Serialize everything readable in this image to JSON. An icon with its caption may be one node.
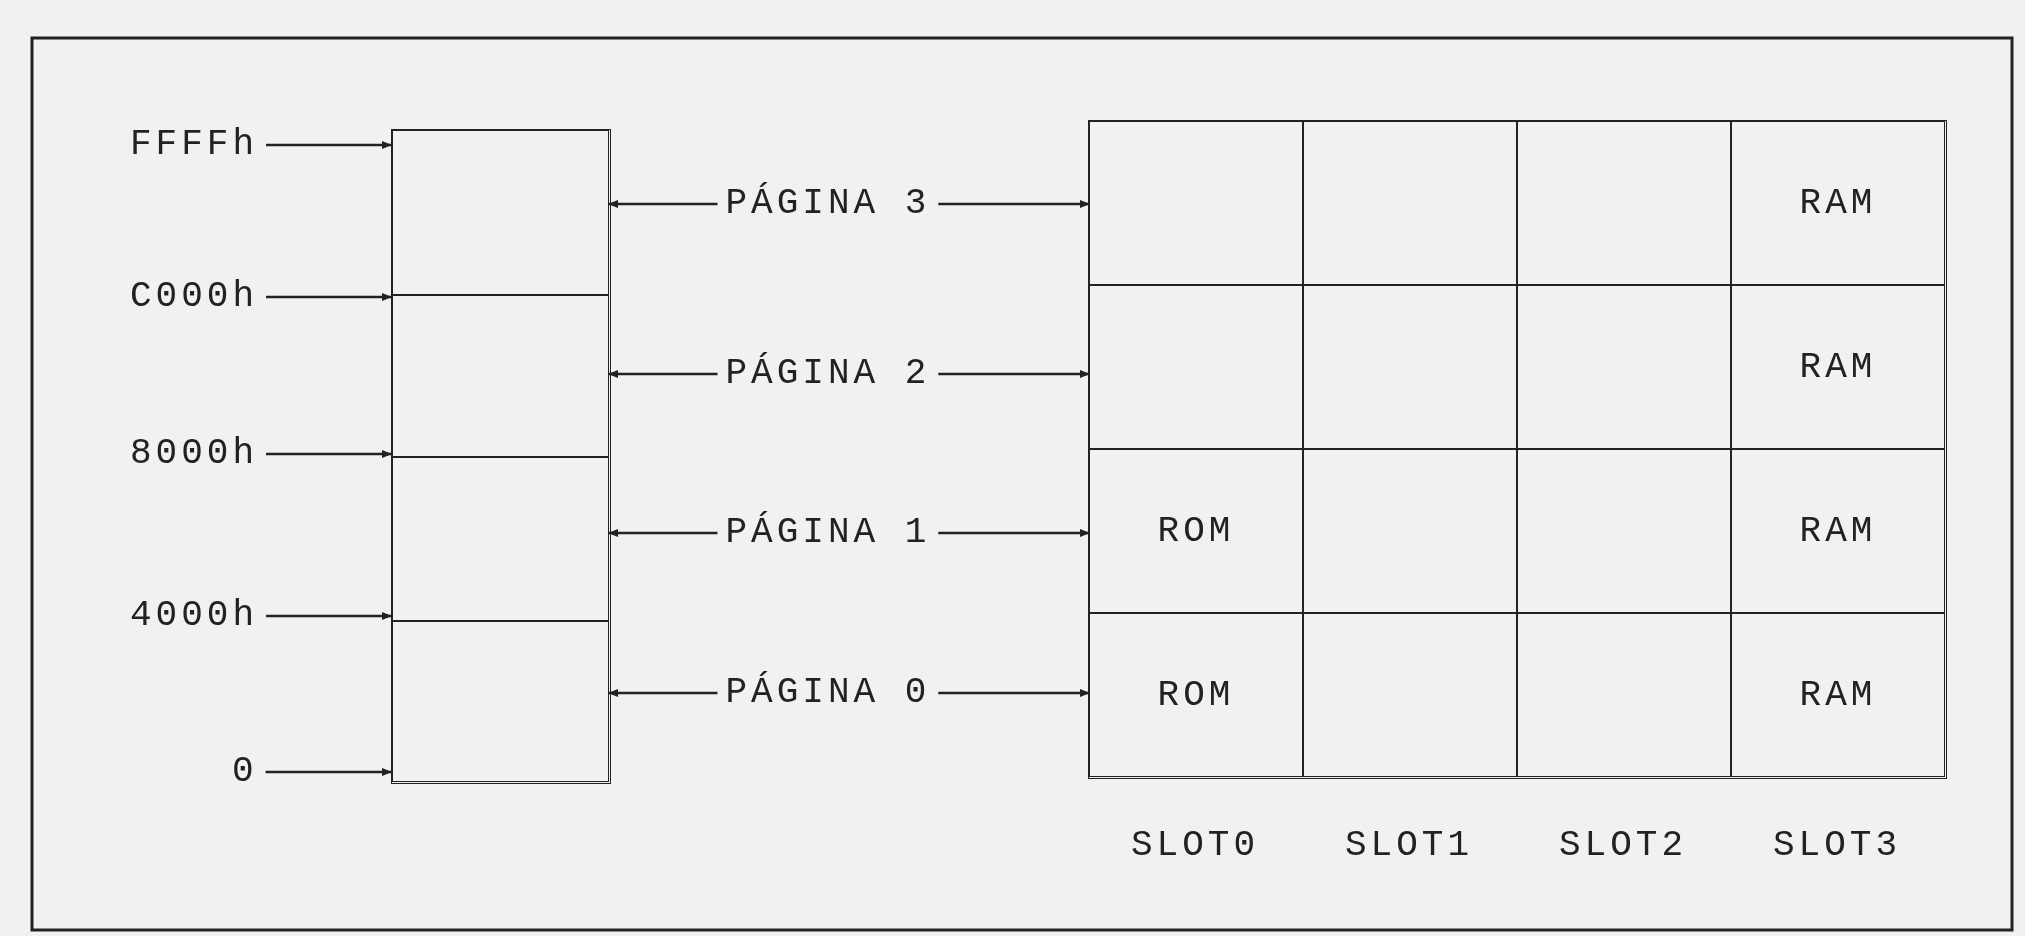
{
  "diagram": {
    "nodes": [
      {
        "text": [],
        "shape": "box"
      },
      {
        "text": [],
        "shape": "box",
        "in": 0
      },
      {
        "text": [],
        "shape": "box",
        "in": 0
      },
      {
        "text": [],
        "shape": "box",
        "in": 0
      },
      {
        "text": [],
        "shape": "box",
        "in": 0
      },
      {
        "text": [
          "FFFFh"
        ]
      },
      {
        "text": [
          "C000h"
        ]
      },
      {
        "text": [
          "8000h"
        ]
      },
      {
        "text": [
          "4000h"
        ]
      },
      {
        "text": [
          "0"
        ]
      },
      {
        "text": [
          "PÁGINA 3"
        ]
      },
      {
        "text": [
          "PÁGINA 2"
        ]
      },
      {
        "text": [
          "PÁGINA 1"
        ]
      },
      {
        "text": [
          "PÁGINA 0"
        ]
      },
      {
        "text": [],
        "shape": "box"
      },
      {
        "text": [],
        "shape": "box",
        "in": 14
      },
      {
        "text": [],
        "shape": "box",
        "in": 14
      },
      {
        "text": [],
        "shape": "box",
        "in": 14
      },
      {
        "text": [
          "RAM"
        ],
        "in": 14
      },
      {
        "text": [],
        "shape": "box",
        "in": 14
      },
      {
        "text": [],
        "shape": "box",
        "in": 14
      },
      {
        "text": [],
        "shape": "box",
        "in": 14
      },
      {
        "text": [
          "RAM"
        ],
        "in": 14
      },
      {
        "text": [
          "ROM"
        ],
        "in": 14
      },
      {
        "text": [],
        "shape": "box",
        "in": 14
      },
      {
        "text": [],
        "shape": "box",
        "in": 14
      },
      {
        "text": [
          "RAM"
        ],
        "in": 14
      },
      {
        "text": [
          "ROM"
        ],
        "in": 14
      },
      {
        "text": [],
        "shape": "box",
        "in": 14
      },
      {
        "text": [],
        "shape": "box",
        "in": 14
      },
      {
        "text": [
          "RAM"
        ],
        "in": 14
      }
    ],
    "edges": [
      {
        "from": 5,
        "to": 0,
        "arrow": "to"
      },
      {
        "from": 6,
        "to": 0,
        "arrow": "to"
      },
      {
        "from": 7,
        "to": 0,
        "arrow": "to"
      },
      {
        "from": 8,
        "to": 0,
        "arrow": "to"
      },
      {
        "from": 9,
        "to": 0,
        "arrow": "to"
      },
      {
        "from": 10,
        "to": 1,
        "arrow": "to"
      },
      {
        "from": 10,
        "to": 15,
        "arrow": "to"
      },
      {
        "from": 11,
        "to": 2,
        "arrow": "to"
      },
      {
        "from": 11,
        "to": 19,
        "arrow": "to"
      },
      {
        "from": 12,
        "to": 3,
        "arrow": "to"
      },
      {
        "from": 12,
        "to": 23,
        "arrow": "to"
      },
      {
        "from": 13,
        "to": 4,
        "arrow": "to"
      },
      {
        "from": 13,
        "to": 27,
        "arrow": "to"
      }
    ],
    "labels": [
      "SLOT0",
      "SLOT1",
      "SLOT2",
      "SLOT3"
    ]
  }
}
